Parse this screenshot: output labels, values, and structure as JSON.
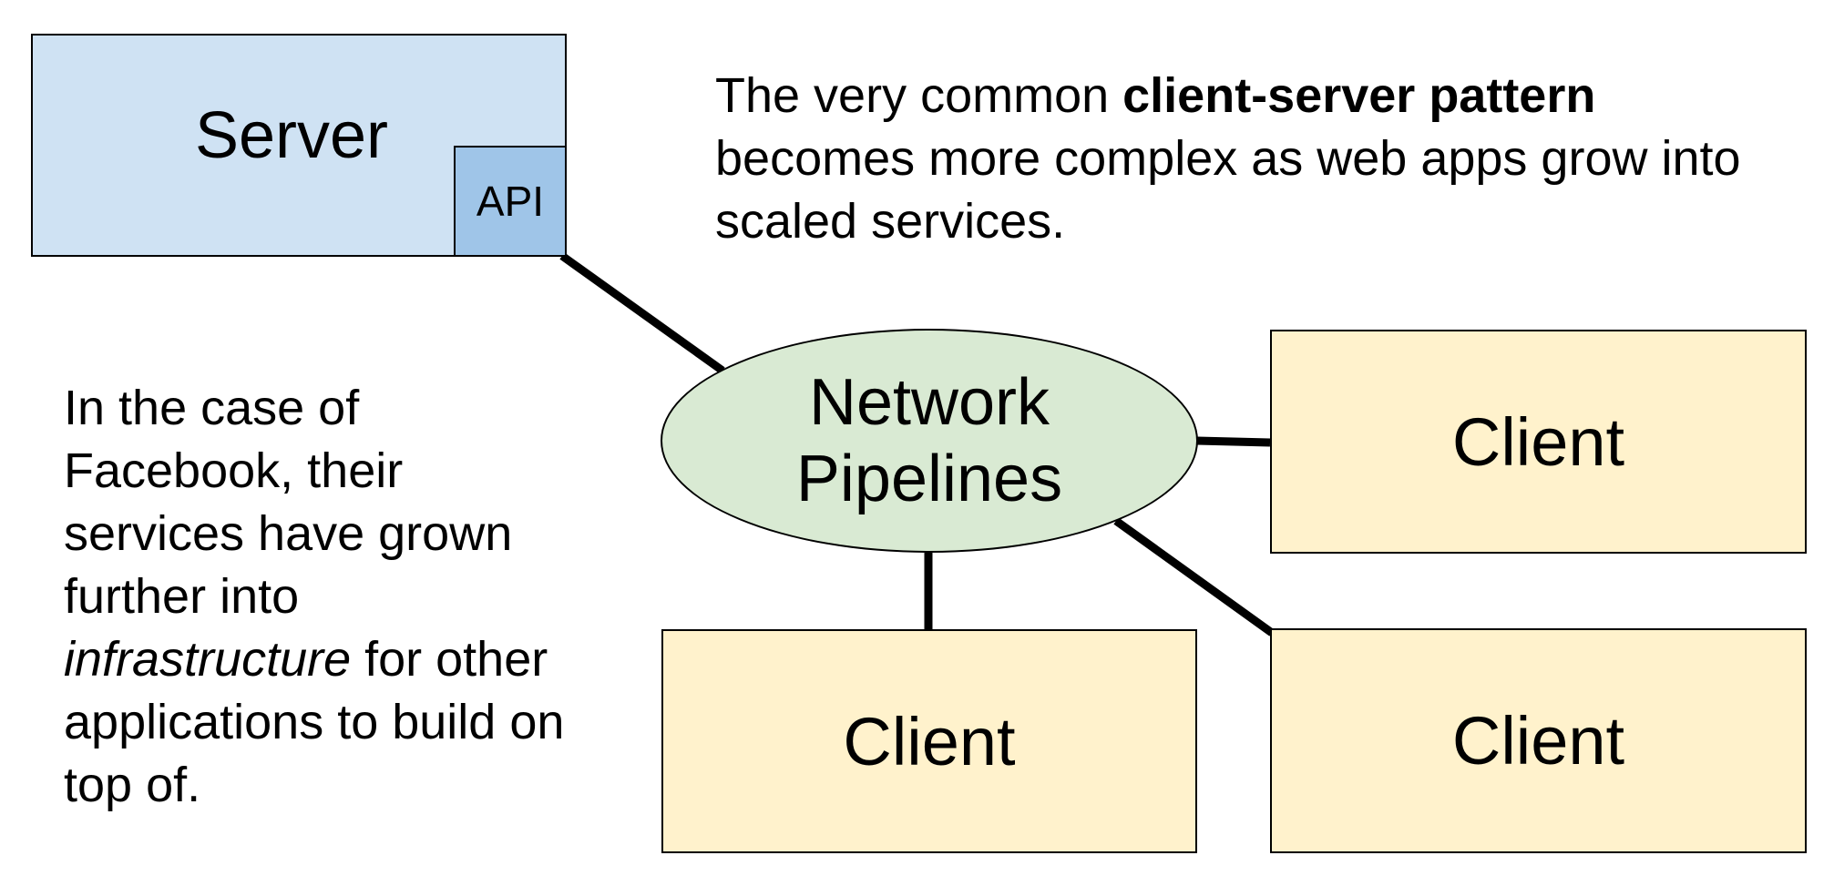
{
  "server": {
    "label": "Server",
    "api_label": "API",
    "fill": "#cfe2f3",
    "api_fill": "#9fc5e8"
  },
  "network": {
    "line1": "Network",
    "line2": "Pipelines",
    "fill": "#d9ead3"
  },
  "clients": {
    "right_top": "Client",
    "bottom_mid": "Client",
    "bottom_right": "Client",
    "fill": "#fff2cc"
  },
  "intro": {
    "before": "The very common ",
    "bold": "client-server pattern",
    "after": " becomes more complex as web apps grow into scaled services."
  },
  "facebook": {
    "before": "In the case of Facebook, their services have grown further into ",
    "italic": "infrastructure",
    "after": " for other applications to build on top of."
  }
}
